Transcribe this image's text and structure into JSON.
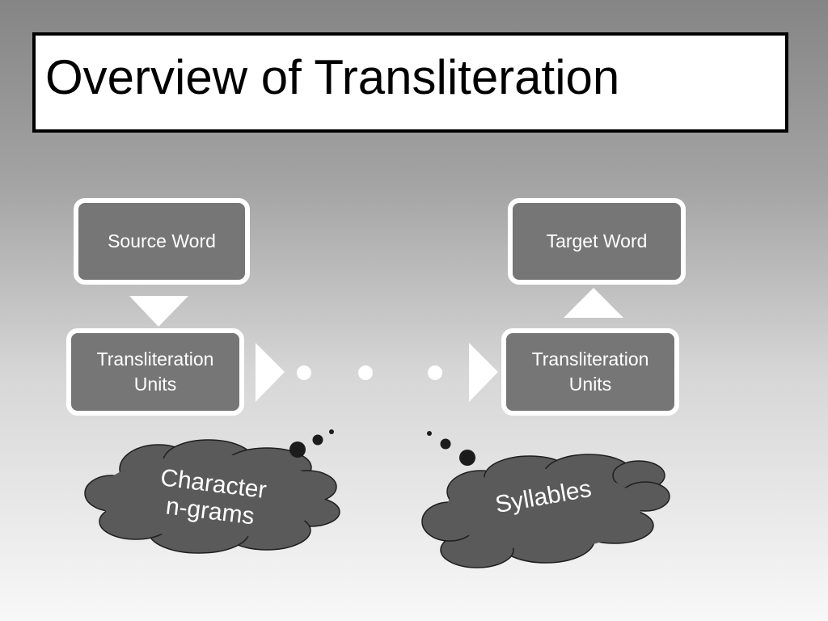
{
  "slide": {
    "title": "Overview of Transliteration"
  },
  "diagram": {
    "source_word": "Source Word",
    "target_word": "Target Word",
    "left_units": {
      "line1": "Transliteration",
      "line2": "Units"
    },
    "right_units": {
      "line1": "Transliteration",
      "line2": "Units"
    },
    "left_cloud": {
      "line1": "Character",
      "line2": "n-grams"
    },
    "right_cloud": "Syllables"
  },
  "colors": {
    "node_fill": "#767676",
    "node_border": "#ffffff",
    "cloud_fill": "#5a5a5a",
    "bubble_fill": "#1c1c1c"
  }
}
